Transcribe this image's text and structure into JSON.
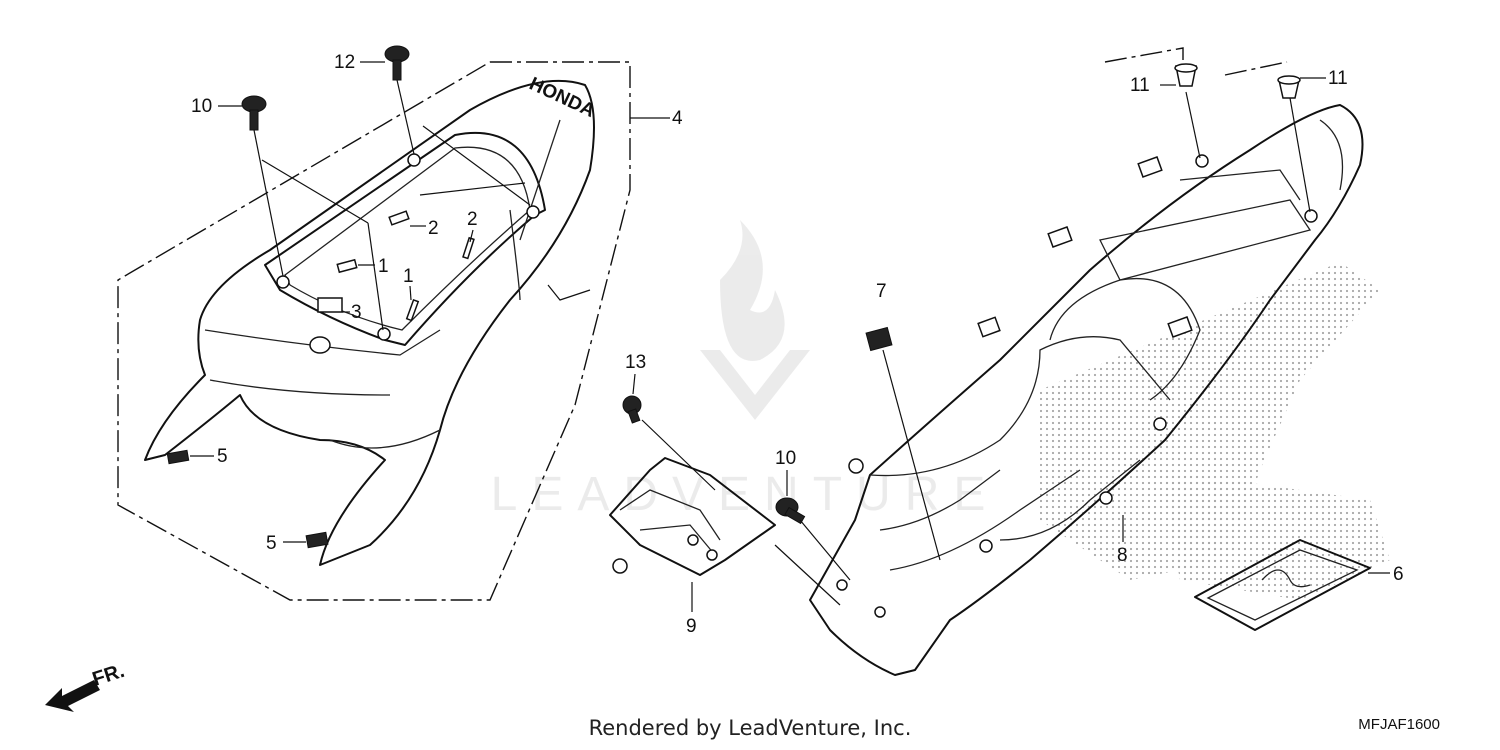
{
  "callouts": {
    "c1a": "1",
    "c1b": "1",
    "c2a": "2",
    "c2b": "2",
    "c3": "3",
    "c4": "4",
    "c5a": "5",
    "c5b": "5",
    "c6": "6",
    "c7": "7",
    "c8": "8",
    "c9": "9",
    "c10a": "10",
    "c10b": "10",
    "c11a": "11",
    "c11b": "11",
    "c12": "12",
    "c13": "13"
  },
  "direction_label": "FR.",
  "seat_logo": "HONDA",
  "watermark": "LEADVENTURE",
  "footer": {
    "credit": "Rendered by LeadVenture, Inc.",
    "code": "MFJAF1600"
  },
  "colors": {
    "line": "#111111",
    "shading": "#bbbbbb",
    "background": "#ffffff"
  }
}
